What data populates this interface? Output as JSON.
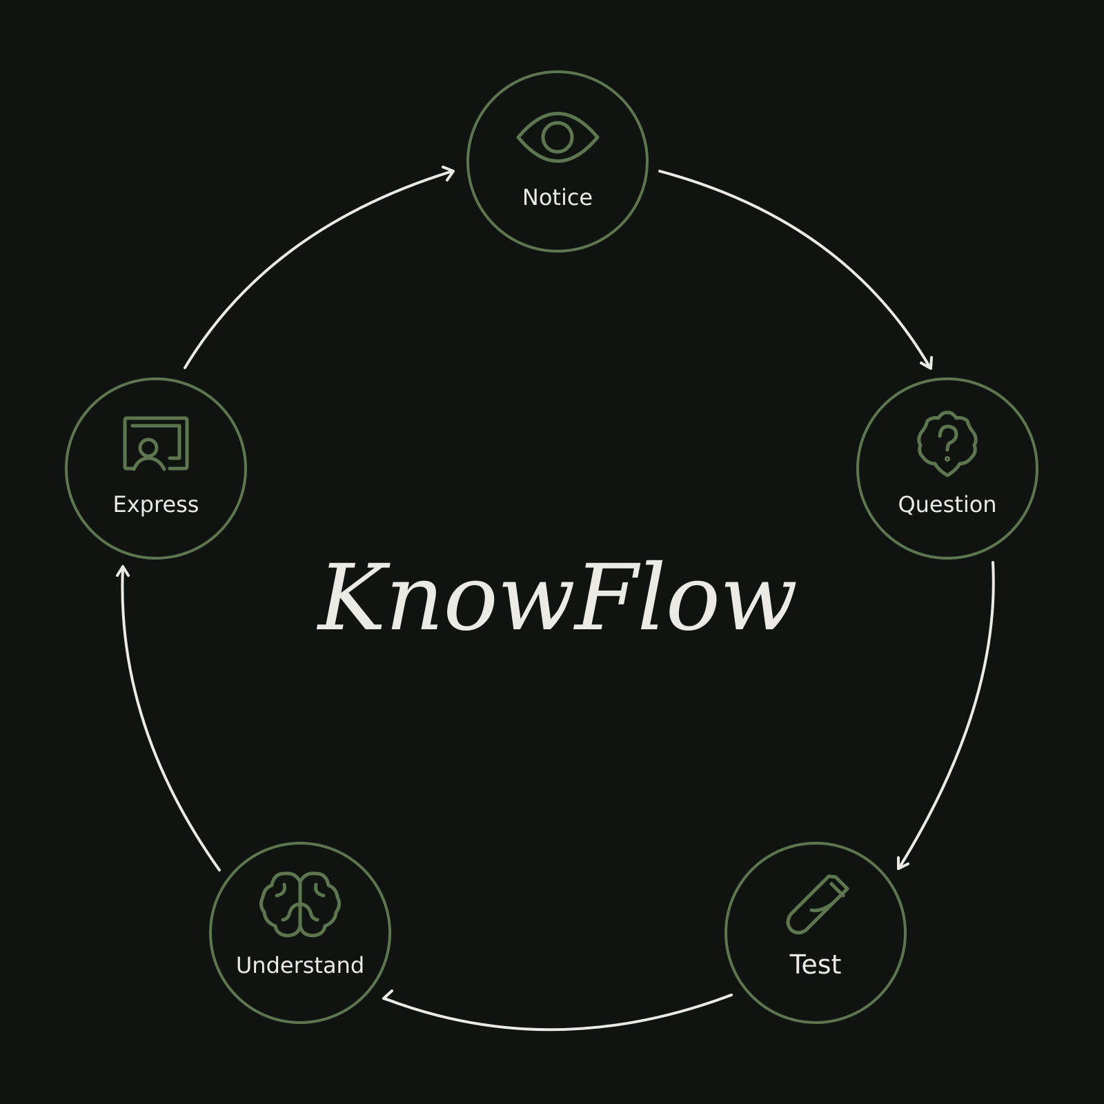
{
  "title": "KnowFlow",
  "colors": {
    "background": "#101411",
    "ring": "#5e7650",
    "text": "#eceae4"
  },
  "steps": [
    {
      "label": "Notice",
      "icon": "eye-icon"
    },
    {
      "label": "Question",
      "icon": "question-badge-icon"
    },
    {
      "label": "Test",
      "icon": "test-tube-icon"
    },
    {
      "label": "Understand",
      "icon": "brain-icon"
    },
    {
      "label": "Express",
      "icon": "presenter-board-icon"
    }
  ]
}
